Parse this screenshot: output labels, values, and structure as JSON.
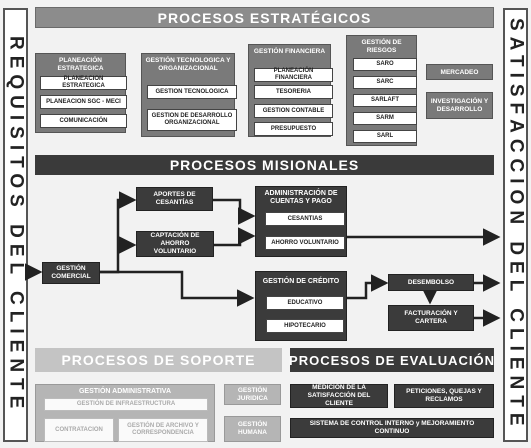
{
  "side": {
    "left": "REQUISITOS DEL CLIENTE",
    "right": "SATISFACCION DEL CLIENTE"
  },
  "strategic": {
    "header": "PROCESOS ESTRATÉGICOS",
    "planeacion": {
      "title": "PLANEACIÓN ESTRATEGICA",
      "items": [
        "PLANEACION ESTRATEGICA",
        "PLANEACION SGC - MECI",
        "COMUNICACIÓN"
      ]
    },
    "tecnologica": {
      "title": "GESTIÓN TECNOLOGICA Y ORGANIZACIONAL",
      "items": [
        "GESTION TECNOLOGICA",
        "GESTION DE DESARROLLO ORGANIZACIONAL"
      ]
    },
    "financiera": {
      "title": "GESTIÓN FINANCIERA",
      "items": [
        "PLANEACIÓN FINANCIERA",
        "TESORERIA",
        "GESTION CONTABLE",
        "PRESUPUESTO"
      ]
    },
    "riesgos": {
      "title": "GESTIÓN DE RIESGOS",
      "items": [
        "SARO",
        "SARC",
        "SARLAFT",
        "SARM",
        "SARL"
      ]
    },
    "mercadeo": "MERCADEO",
    "investigacion": "INVESTIGACIÓN Y DESARROLLO"
  },
  "missional": {
    "header": "PROCESOS MISIONALES",
    "gestion_comercial": "GESTIÓN COMERCIAL",
    "aportes": "APORTES DE CESANTÍAS",
    "captacion": "CAPTACIÓN DE AHORRO VOLUNTARIO",
    "administracion": {
      "title": "ADMINISTRACIÓN DE CUENTAS Y PAGO",
      "items": [
        "CESANTIAS",
        "AHORRO VOLUNTARIO"
      ]
    },
    "credito": {
      "title": "GESTIÓN DE CRÉDITO",
      "items": [
        "EDUCATIVO",
        "HIPOTECARIO"
      ]
    },
    "desembolso": "DESEMBOLSO",
    "facturacion": "FACTURACIÓN Y CARTERA"
  },
  "support": {
    "header": "PROCESOS DE SOPORTE",
    "administrativa": {
      "title": "GESTIÓN ADMINISTRATIVA",
      "items": [
        "GESTIÓN DE INFRAESTRUCTURA",
        "CONTRATACION",
        "GESTIÓN DE ARCHIVO Y CORRESPONDENCIA"
      ]
    },
    "juridica": "GESTIÓN JURIDICA",
    "humana": "GESTIÓN HUMANA"
  },
  "evaluation": {
    "header": "PROCESOS DE EVALUACIÓN",
    "medicion": "MEDICIÓN DE LA SATISFACCIÓN DEL CLIENTE",
    "peticiones": "PETICIONES, QUEJAS Y RECLAMOS",
    "control": "SISTEMA DE CONTROL INTERNO y MEJORAMIENTO CONTINUO"
  }
}
